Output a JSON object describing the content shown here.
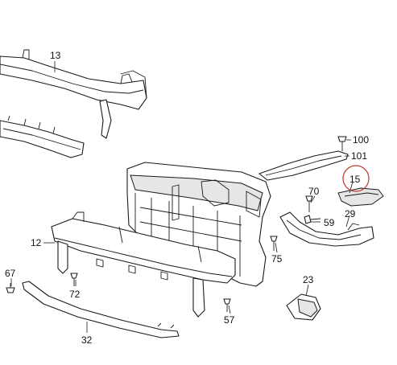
{
  "colors": {
    "line": "#1a1a1a",
    "highlight": "#c0392b",
    "background": "#ffffff"
  },
  "callouts": {
    "c13": "13",
    "c100": "100",
    "c101": "101",
    "c15": "15",
    "c70": "70",
    "c59": "59",
    "c29": "29",
    "c12": "12",
    "c75": "75",
    "c67": "67",
    "c72": "72",
    "c23": "23",
    "c57": "57",
    "c32": "32"
  },
  "highlighted_callout": "15"
}
